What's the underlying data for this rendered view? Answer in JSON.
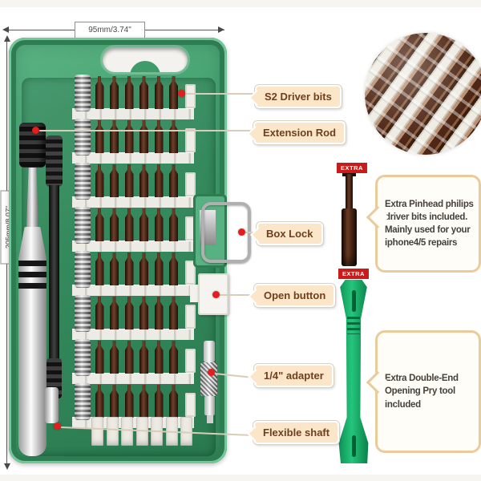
{
  "dimensions": {
    "width_label": "95mm/3.74\"",
    "height_label": "205mm/8.07\""
  },
  "part_labels": [
    {
      "label": "S2 Driver bits"
    },
    {
      "label": "Extension Rod"
    },
    {
      "label": "Box Lock"
    },
    {
      "label": "Open button"
    },
    {
      "label": "1/4\" adapter"
    },
    {
      "label": "Flexible shaft"
    }
  ],
  "extra_badges": [
    {
      "text": "EXTRA"
    },
    {
      "text": "EXTRA"
    }
  ],
  "notes": [
    {
      "lines": [
        "Extra Pinhead philips",
        "driver bits included.",
        "Mainly used for your",
        "iphone4/5 repairs"
      ]
    },
    {
      "lines": [
        "Extra  Double-End",
        "Opening Pry tool",
        "included"
      ]
    }
  ],
  "kit": {
    "rows": 8,
    "bits_per_row": 6,
    "bottom_slots": 7,
    "row_pitch": 55,
    "bit_pitch": 18.5
  },
  "colors": {
    "case_green": "#3f9c6a",
    "bit_brown": "#4e2716",
    "badge_red": "#cc1a1a",
    "label_fill": "#fbe6ca",
    "label_text": "#6f3f1c",
    "note_border": "#eacb9b",
    "pry_green": "#17a463",
    "marker_red": "#e61d1d"
  }
}
